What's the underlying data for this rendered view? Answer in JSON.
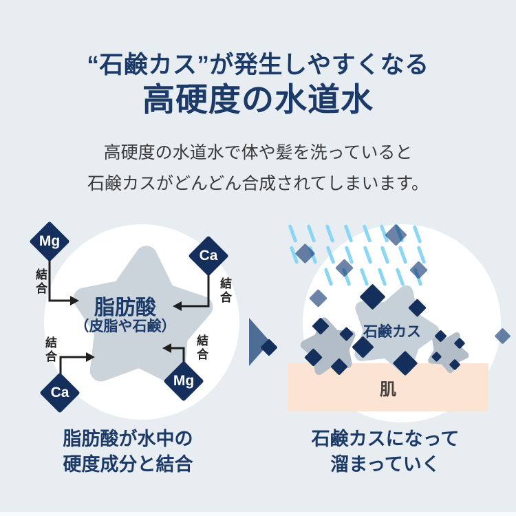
{
  "header": {
    "title_line1": "“石鹸カス”が発生しやすくなる",
    "title_line2": "高硬度の水道水",
    "subtitle_line1": "高硬度の水道水で体や髪を洗っていると",
    "subtitle_line2": "石鹸カスがどんどん合成されてしまいます。"
  },
  "diagram_left": {
    "blob_label": "脂肪酸",
    "blob_sublabel": "（皮脂や石鹸）",
    "bond_label": "結合",
    "minerals": [
      {
        "label": "Mg",
        "position": "top-left"
      },
      {
        "label": "Ca",
        "position": "top-right"
      },
      {
        "label": "Ca",
        "position": "bottom-left"
      },
      {
        "label": "Mg",
        "position": "bottom-right"
      }
    ],
    "caption_line1": "脂肪酸が水中の",
    "caption_line2": "硬度成分と結合"
  },
  "diagram_right": {
    "scum_label": "石鹸カス",
    "skin_label": "肌",
    "caption_line1": "石鹸カスになって",
    "caption_line2": "溜まっていく"
  },
  "colors": {
    "background": "#e8edf1",
    "navy_text": "#1c3a68",
    "diamond_navy": "#152f5c",
    "body_text": "#3a3a3a",
    "rain_blue": "#8ad6f6",
    "blob_gray": "#cbd4db",
    "scum_gray": "#b2bdc7",
    "skin_peach": "#fbe4d4",
    "arrow_slate": "#4d6d94",
    "bond_arrow_black": "#1f1f1f",
    "circle_white": "#ffffff"
  }
}
